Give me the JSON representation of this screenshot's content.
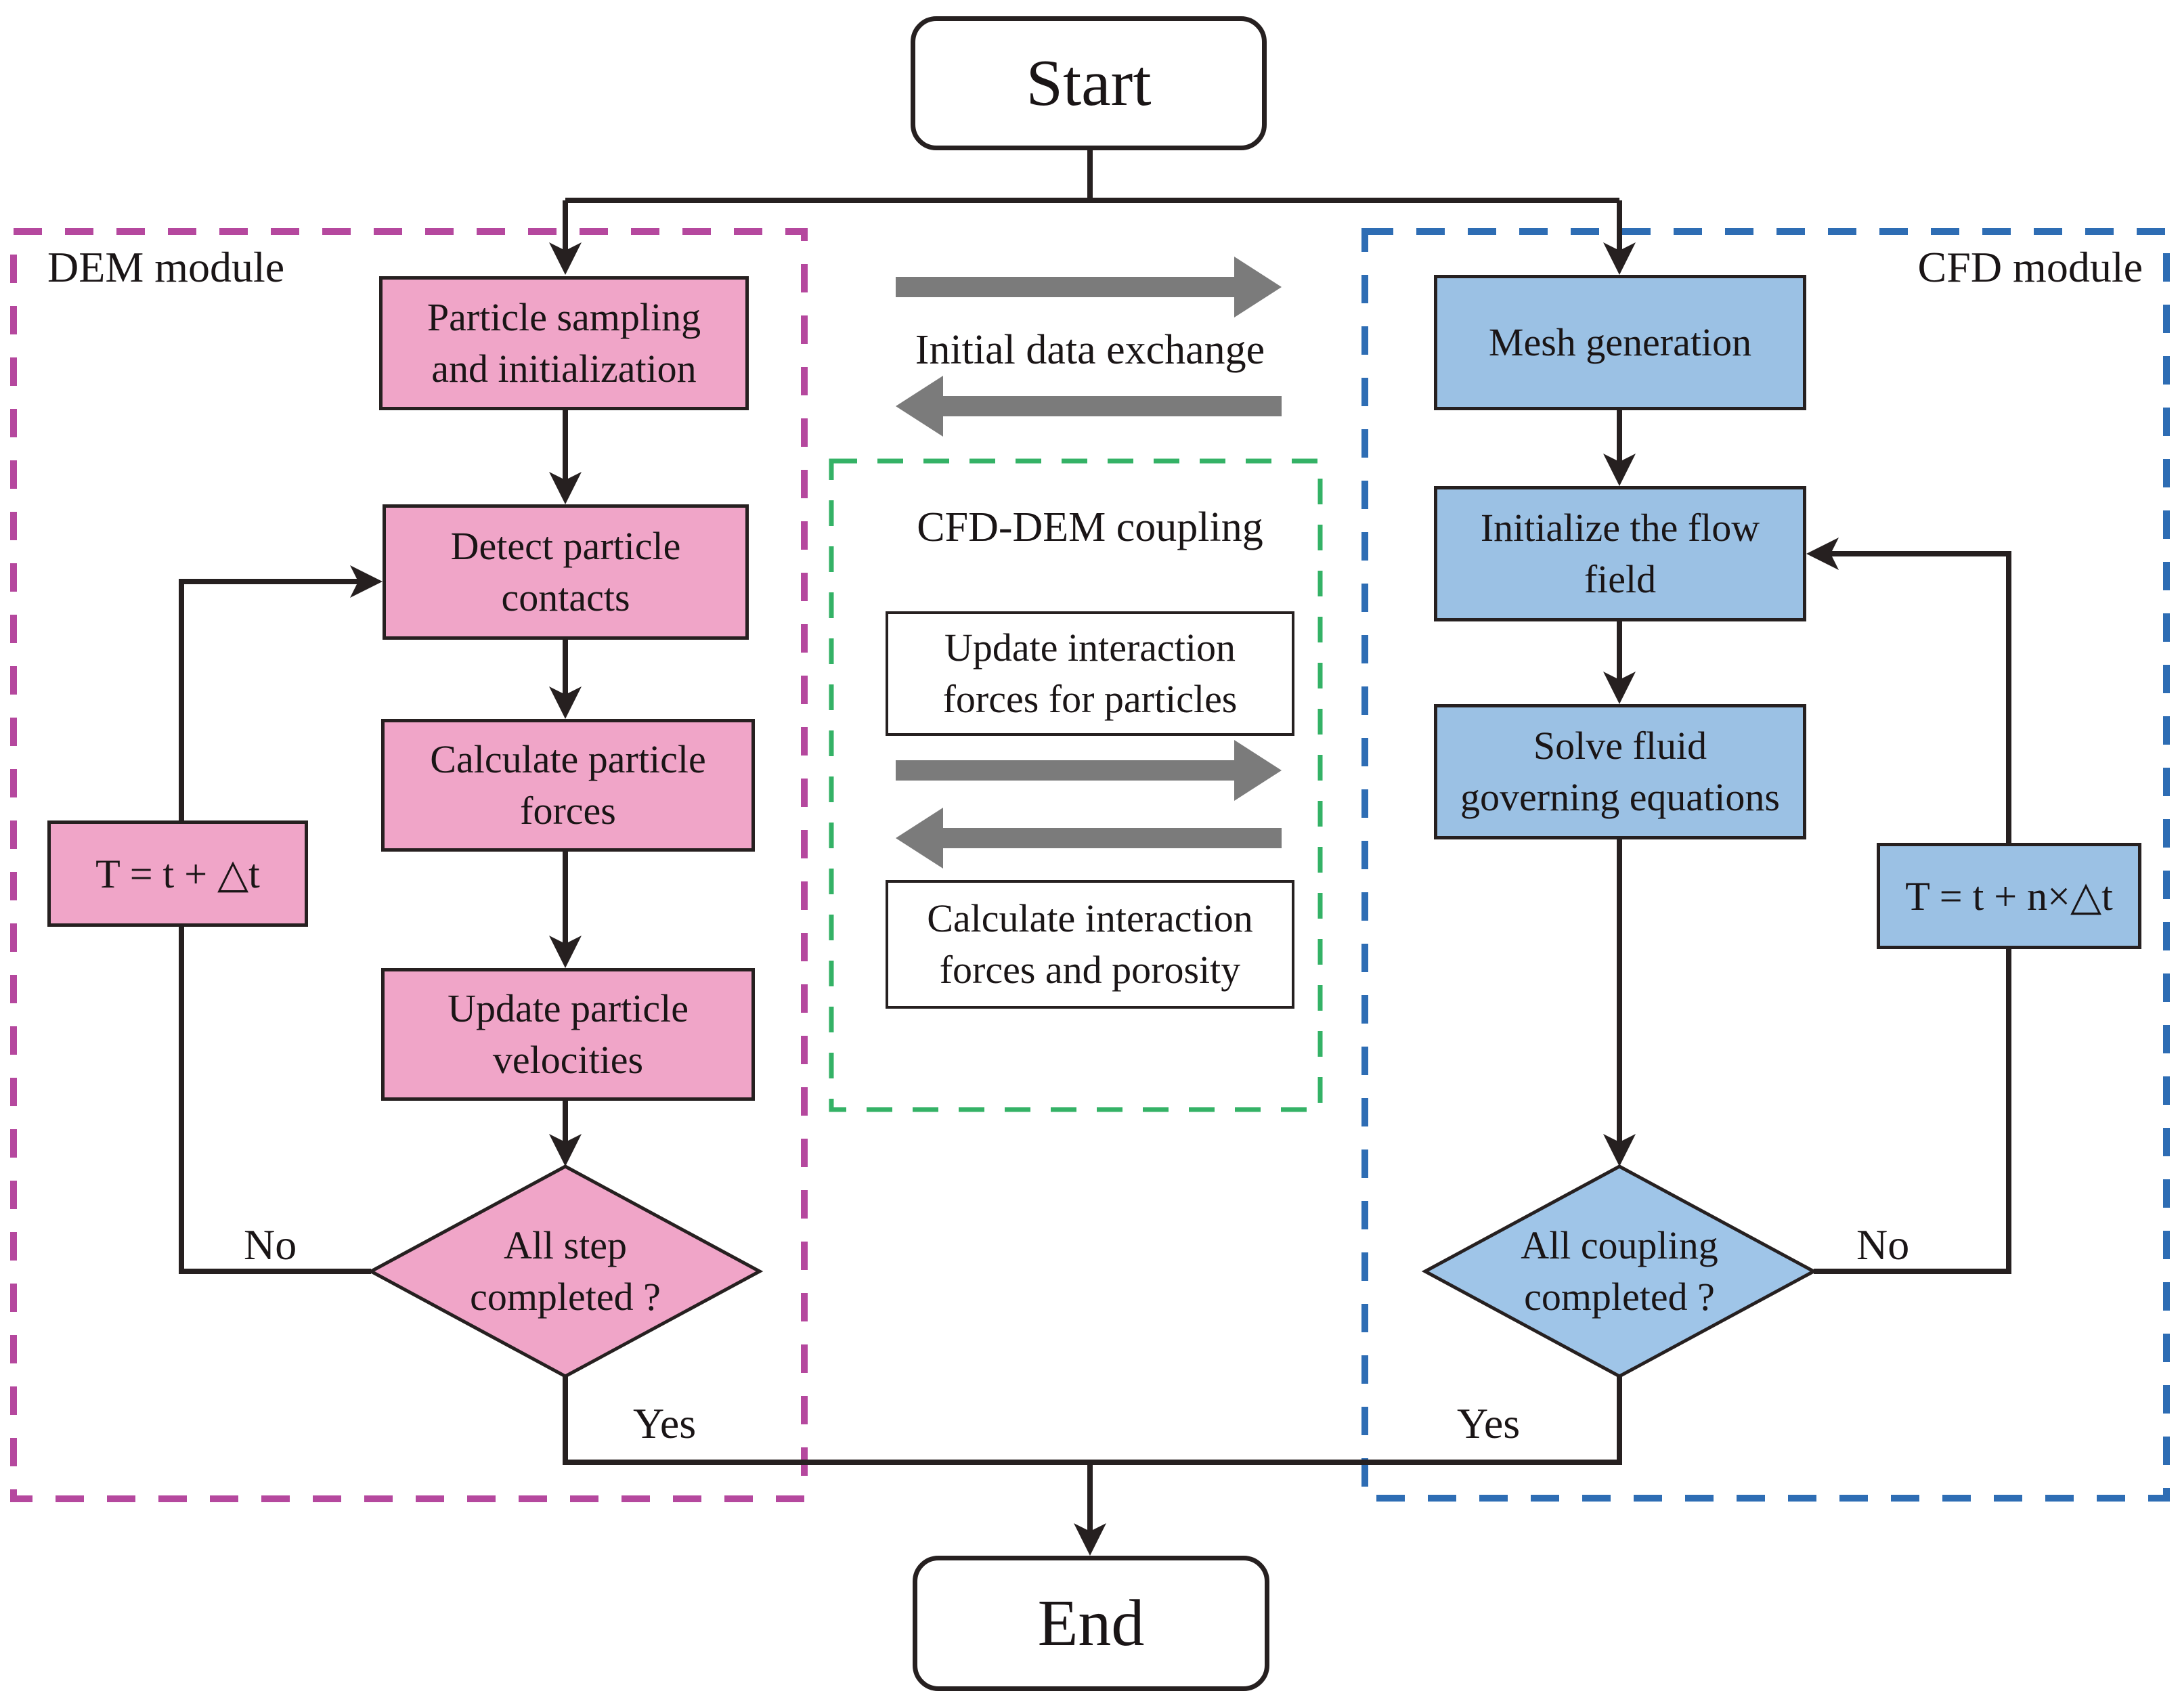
{
  "colors": {
    "dem_fill": "#F0A5C8",
    "cfd_fill": "#9BC1E4",
    "dem_border": "#B5489E",
    "cfd_border": "#2E6DB4",
    "coupling_border": "#34B266",
    "exchange_arrow": "#7B7B7B",
    "connector": "#262020"
  },
  "terminals": {
    "start": "Start",
    "end": "End"
  },
  "modules": {
    "dem_label": "DEM module",
    "cfd_label": "CFD module",
    "coupling_label": "CFD-DEM coupling",
    "exchange_label": "Initial data exchange"
  },
  "dem": {
    "sampling": [
      "Particle sampling",
      "and initialization"
    ],
    "detect": [
      "Detect particle",
      "contacts"
    ],
    "forces": [
      "Calculate particle",
      "forces"
    ],
    "velocities": [
      "Update particle",
      "velocities"
    ],
    "decision": [
      "All step",
      "completed ?"
    ],
    "timestep": "T = t + △t",
    "no": "No",
    "yes": "Yes"
  },
  "cfd": {
    "mesh": "Mesh generation",
    "init": [
      "Initialize the flow",
      "field"
    ],
    "solve": [
      "Solve fluid",
      "governing equations"
    ],
    "decision": [
      "All coupling",
      "completed ?"
    ],
    "timestep": "T = t + n×△t",
    "no": "No",
    "yes": "Yes"
  },
  "coupling": {
    "update": [
      "Update interaction",
      "forces for particles"
    ],
    "calculate": [
      "Calculate interaction",
      "forces and porosity"
    ]
  }
}
